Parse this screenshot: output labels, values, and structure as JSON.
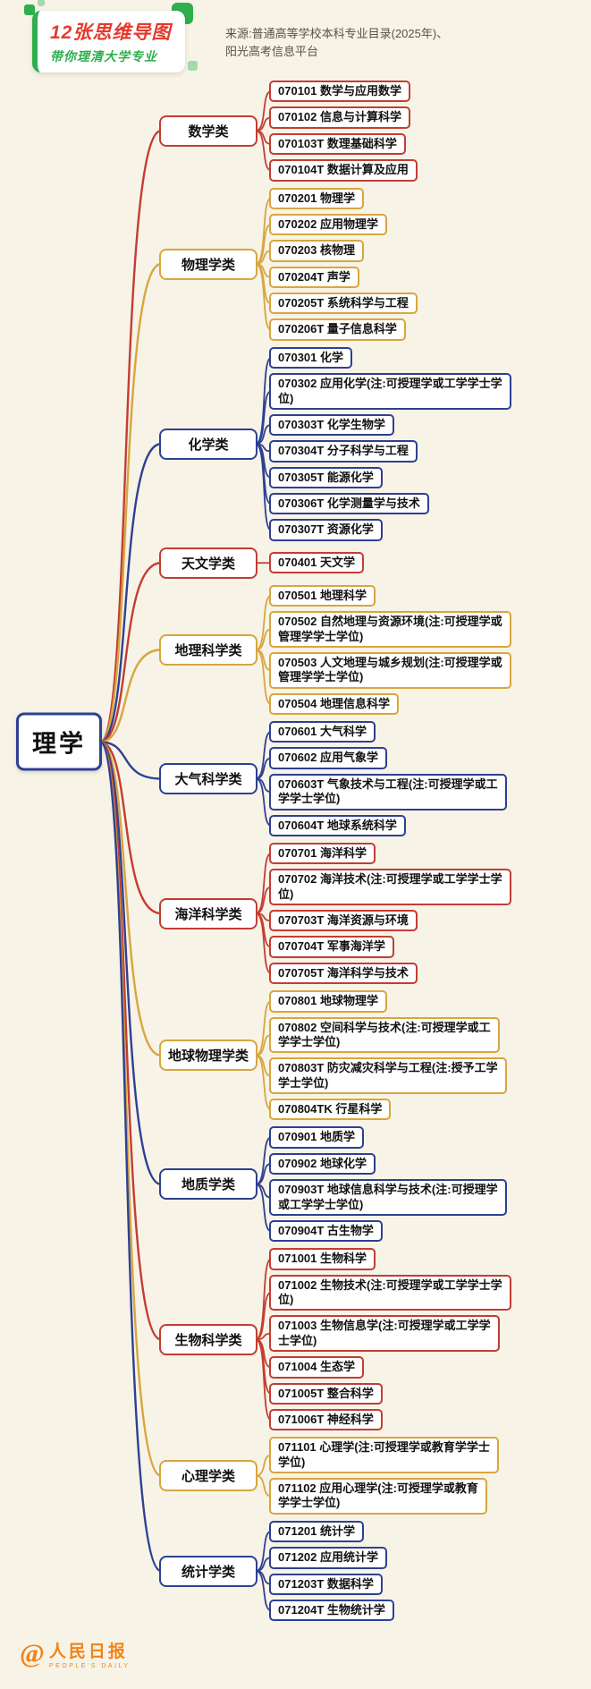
{
  "theme": {
    "background": "#f7f3e7",
    "green": "#2fae4e",
    "light_green": "#a5d8ab",
    "badge_red": "#e53a2e",
    "text": "#111111",
    "source_text": "#55524a",
    "logo_orange": "#f08418"
  },
  "header": {
    "badge_line1": "12张思维导图",
    "badge_line2": "带你理清大学专业",
    "source_line1": "来源:普通高等学校本科专业目录(2025年)、",
    "source_line2": "阳光高考信息平台"
  },
  "map": {
    "root": "理学",
    "root_color": "blue",
    "colors": {
      "red": "#c33d34",
      "yellow": "#d8a63e",
      "blue": "#2e4093"
    },
    "branches": [
      {
        "id": "math",
        "label": "数学类",
        "color": "red",
        "leaves": [
          "070101 数学与应用数学",
          "070102 信息与计算科学",
          "070103T 数理基础科学",
          "070104T 数据计算及应用"
        ]
      },
      {
        "id": "physics",
        "label": "物理学类",
        "color": "yellow",
        "leaves": [
          "070201 物理学",
          "070202 应用物理学",
          "070203 核物理",
          "070204T 声学",
          "070205T 系统科学与工程",
          "070206T 量子信息科学"
        ]
      },
      {
        "id": "chemistry",
        "label": "化学类",
        "color": "blue",
        "leaves": [
          "070301 化学",
          "070302 应用化学(注:可授理学或工学学士学\n位)",
          "070303T 化学生物学",
          "070304T 分子科学与工程",
          "070305T 能源化学",
          "070306T 化学测量学与技术",
          "070307T 资源化学"
        ]
      },
      {
        "id": "astronomy",
        "label": "天文学类",
        "color": "red",
        "leaves": [
          "070401 天文学"
        ]
      },
      {
        "id": "geography",
        "label": "地理科学类",
        "color": "yellow",
        "leaves": [
          "070501 地理科学",
          "070502 自然地理与资源环境(注:可授理学或\n管理学学士学位)",
          "070503 人文地理与城乡规划(注:可授理学或\n管理学学士学位)",
          "070504 地理信息科学"
        ]
      },
      {
        "id": "atmospheric",
        "label": "大气科学类",
        "color": "blue",
        "leaves": [
          "070601 大气科学",
          "070602 应用气象学",
          "070603T 气象技术与工程(注:可授理学或工\n学学士学位)",
          "070604T 地球系统科学"
        ]
      },
      {
        "id": "marine",
        "label": "海洋科学类",
        "color": "red",
        "leaves": [
          "070701 海洋科学",
          "070702 海洋技术(注:可授理学或工学学士学\n位)",
          "070703T 海洋资源与环境",
          "070704T 军事海洋学",
          "070705T 海洋科学与技术"
        ]
      },
      {
        "id": "geophysics",
        "label": "地球物理学类",
        "color": "yellow",
        "leaves": [
          "070801 地球物理学",
          "070802 空间科学与技术(注:可授理学或工\n学学士学位)",
          "070803T 防灾减灾科学与工程(注:授予工学\n学士学位)",
          "070804TK 行星科学"
        ]
      },
      {
        "id": "geology",
        "label": "地质学类",
        "color": "blue",
        "leaves": [
          "070901 地质学",
          "070902 地球化学",
          "070903T 地球信息科学与技术(注:可授理学\n或工学学士学位)",
          "070904T 古生物学"
        ]
      },
      {
        "id": "biology",
        "label": "生物科学类",
        "color": "red",
        "leaves": [
          "071001 生物科学",
          "071002 生物技术(注:可授理学或工学学士学\n位)",
          "071003 生物信息学(注:可授理学或工学学\n士学位)",
          "071004 生态学",
          "071005T 整合科学",
          "071006T 神经科学"
        ]
      },
      {
        "id": "psychology",
        "label": "心理学类",
        "color": "yellow",
        "leaves": [
          "071101 心理学(注:可授理学或教育学学士\n学位)",
          "071102 应用心理学(注:可授理学或教育\n学学士学位)"
        ]
      },
      {
        "id": "statistics",
        "label": "统计学类",
        "color": "blue",
        "leaves": [
          "071201 统计学",
          "071202 应用统计学",
          "071203T 数据科学",
          "071204T 生物统计学"
        ]
      }
    ]
  },
  "footer": {
    "logo_at": "@",
    "logo_cn": "人民日报",
    "logo_en": "PEOPLE'S DAILY"
  }
}
